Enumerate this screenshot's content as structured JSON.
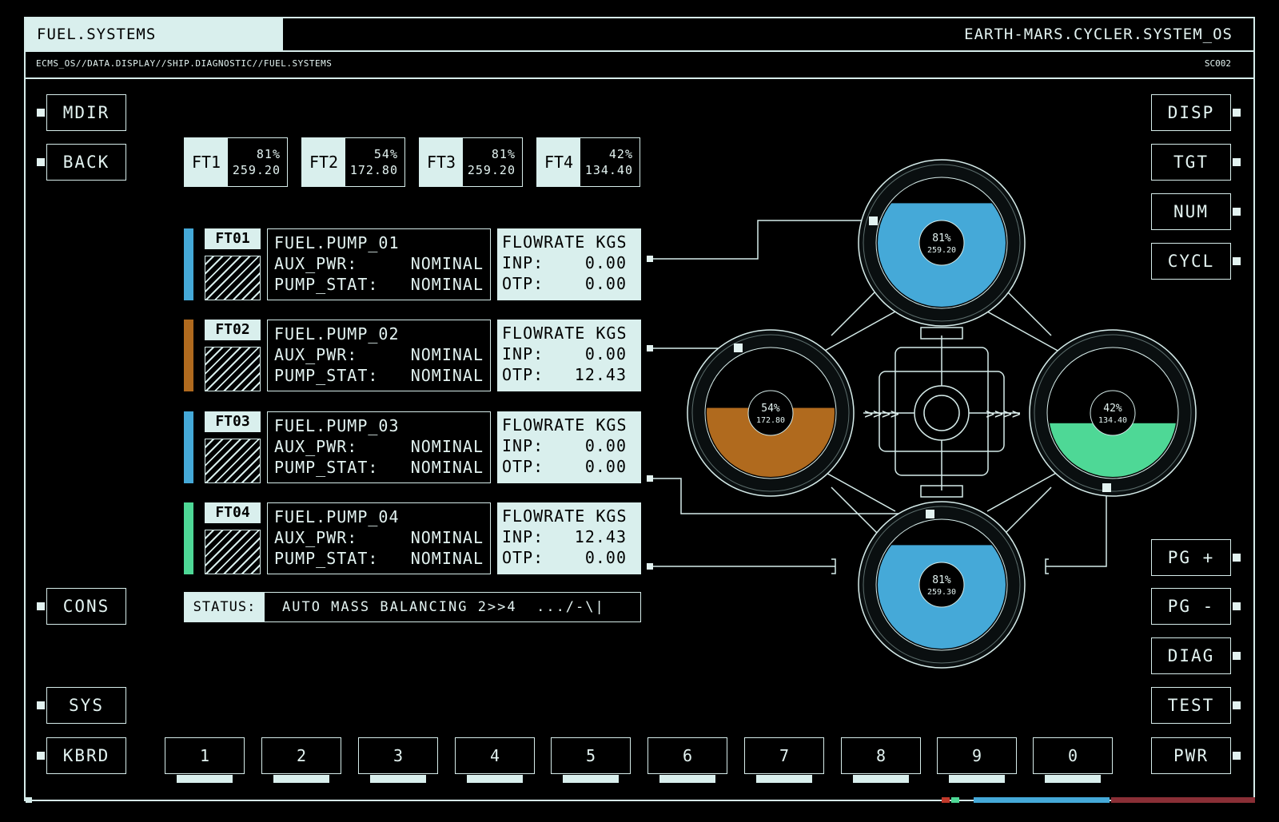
{
  "header": {
    "tab_title": "FUEL.SYSTEMS",
    "system_title": "EARTH-MARS.CYCLER.SYSTEM_OS",
    "path": "ECMS_OS//DATA.DISPLAY//SHIP.DIAGNOSTIC//FUEL.SYSTEMS",
    "screen_code": "SC002"
  },
  "left_buttons": [
    "MDIR",
    "BACK",
    "CONS",
    "SYS",
    "KBRD"
  ],
  "right_buttons": [
    "DISP",
    "TGT",
    "NUM",
    "CYCL",
    "PG +",
    "PG -",
    "DIAG",
    "TEST",
    "PWR"
  ],
  "fuel_tanks": [
    {
      "name": "FT1",
      "percent": "81%",
      "mass": "259.20"
    },
    {
      "name": "FT2",
      "percent": "54%",
      "mass": "172.80"
    },
    {
      "name": "FT3",
      "percent": "81%",
      "mass": "259.20"
    },
    {
      "name": "FT4",
      "percent": "42%",
      "mass": "134.40"
    }
  ],
  "pumps": [
    {
      "tag": "FT01",
      "name": "FUEL.PUMP_01",
      "aux_label": "AUX_PWR:",
      "aux": "NOMINAL",
      "stat_label": "PUMP_STAT:",
      "stat": "NOMINAL",
      "flow_title": "FLOWRATE KGS",
      "inp_label": "INP:",
      "inp": "0.00",
      "otp_label": "OTP:",
      "otp": "0.00",
      "color": "#45a9d8"
    },
    {
      "tag": "FT02",
      "name": "FUEL.PUMP_02",
      "aux_label": "AUX_PWR:",
      "aux": "NOMINAL",
      "stat_label": "PUMP_STAT:",
      "stat": "NOMINAL",
      "flow_title": "FLOWRATE KGS",
      "inp_label": "INP:",
      "inp": "0.00",
      "otp_label": "OTP:",
      "otp": "12.43",
      "color": "#b06a1e"
    },
    {
      "tag": "FT03",
      "name": "FUEL.PUMP_03",
      "aux_label": "AUX_PWR:",
      "aux": "NOMINAL",
      "stat_label": "PUMP_STAT:",
      "stat": "NOMINAL",
      "flow_title": "FLOWRATE KGS",
      "inp_label": "INP:",
      "inp": "0.00",
      "otp_label": "OTP:",
      "otp": "0.00",
      "color": "#45a9d8"
    },
    {
      "tag": "FT04",
      "name": "FUEL.PUMP_04",
      "aux_label": "AUX_PWR:",
      "aux": "NOMINAL",
      "stat_label": "PUMP_STAT:",
      "stat": "NOMINAL",
      "flow_title": "FLOWRATE KGS",
      "inp_label": "INP:",
      "inp": "12.43",
      "otp_label": "OTP:",
      "otp": "0.00",
      "color": "#4ed896"
    }
  ],
  "status": {
    "label": "STATUS:",
    "text": "AUTO MASS BALANCING 2>>4  .../-\\|"
  },
  "tank_gauges": {
    "top": {
      "percent": "81%",
      "mass": "259.20",
      "fill": 0.81,
      "color": "#45a9d8"
    },
    "left": {
      "percent": "54%",
      "mass": "172.80",
      "fill": 0.54,
      "color": "#b06a1e"
    },
    "right": {
      "percent": "42%",
      "mass": "134.40",
      "fill": 0.42,
      "color": "#4ed896"
    },
    "bottom": {
      "percent": "81%",
      "mass": "259.30",
      "fill": 0.81,
      "color": "#45a9d8"
    },
    "transfer_arrows": ">>>>"
  },
  "number_keys": [
    "1",
    "2",
    "3",
    "4",
    "5",
    "6",
    "7",
    "8",
    "9",
    "0"
  ],
  "colors": {
    "frame": "#d6ecea",
    "panel": "#d9efed",
    "blue": "#45a9d8",
    "orange": "#b06a1e",
    "green": "#4ed896",
    "red": "#8a2f36"
  }
}
